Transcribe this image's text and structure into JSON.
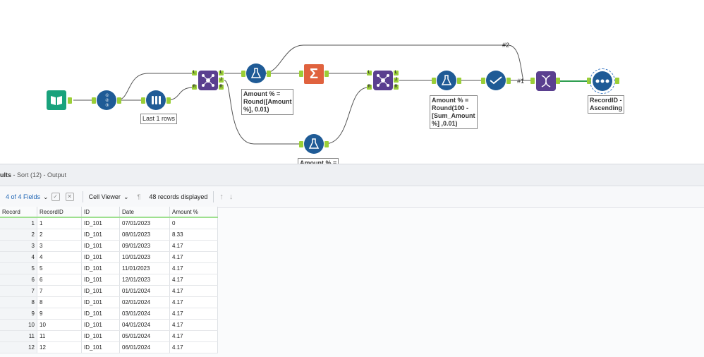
{
  "workflow": {
    "annotations": {
      "sample": "Last 1 rows",
      "formula1": [
        "Amount % =",
        "Round([Amount",
        "%], 0.01)"
      ],
      "formula2": [
        "Amount % =",
        "Round(100 -",
        "[Sum_Amount",
        "%] ,0.01)"
      ],
      "formula3": "Amount % =",
      "sort": [
        "RecordID -",
        "Ascending"
      ]
    },
    "connection_labels": {
      "c1": "#2",
      "c2": "#1"
    },
    "anchor_letters": {
      "L": "L",
      "J": "J",
      "R": "R"
    },
    "tool_glyphs": {
      "sum": "Σ",
      "recordid": "①②③"
    }
  },
  "results": {
    "header_prefix": "ults",
    "header_title": " - Sort (12) - Output",
    "fields_label": "4 of 4 Fields",
    "viewer_label": "Cell Viewer",
    "records_label": "48 records displayed",
    "columns": [
      "Record",
      "RecordID",
      "ID",
      "Date",
      "Amount %"
    ],
    "rows": [
      [
        "1",
        "1",
        "ID_101",
        "07/01/2023",
        "0"
      ],
      [
        "2",
        "2",
        "ID_101",
        "08/01/2023",
        "8.33"
      ],
      [
        "3",
        "3",
        "ID_101",
        "09/01/2023",
        "4.17"
      ],
      [
        "4",
        "4",
        "ID_101",
        "10/01/2023",
        "4.17"
      ],
      [
        "5",
        "5",
        "ID_101",
        "11/01/2023",
        "4.17"
      ],
      [
        "6",
        "6",
        "ID_101",
        "12/01/2023",
        "4.17"
      ],
      [
        "7",
        "7",
        "ID_101",
        "01/01/2024",
        "4.17"
      ],
      [
        "8",
        "8",
        "ID_101",
        "02/01/2024",
        "4.17"
      ],
      [
        "9",
        "9",
        "ID_101",
        "03/01/2024",
        "4.17"
      ],
      [
        "10",
        "10",
        "ID_101",
        "04/01/2024",
        "4.17"
      ],
      [
        "11",
        "11",
        "ID_101",
        "05/01/2024",
        "4.17"
      ],
      [
        "12",
        "12",
        "ID_101",
        "06/01/2024",
        "4.17"
      ]
    ]
  },
  "colors": {
    "accent": "#1f5b96",
    "join": "#5a3f8f",
    "summarize": "#e0623e",
    "input": "#19a27c",
    "anchor": "#9bcf37"
  }
}
